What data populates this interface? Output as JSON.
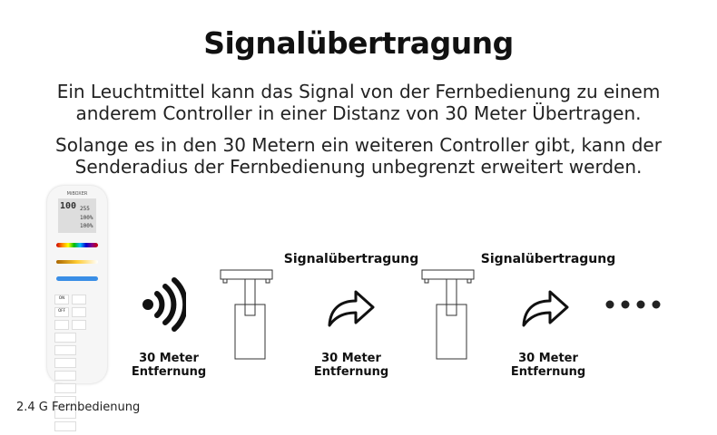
{
  "title": "Signalübertragung",
  "paragraphs": [
    [
      "Ein Leuchtmittel kann das Signal von der Fernbedienung zu einem",
      "anderem Controller in einer Distanz von 30 Meter Übertragen."
    ],
    [
      "Solange es in den 30 Metern ein weiteren Controller gibt, kann der",
      "Senderadius der Fernbedienung unbegrenzt erweitert werden."
    ]
  ],
  "remote_caption": "2.4 G Fernbedienung",
  "remote_display": {
    "brand": "MiBOXER",
    "main": "100",
    "rows": [
      "255",
      "100%",
      "100%"
    ]
  },
  "remote_buttons": [
    "ON",
    "OFF"
  ],
  "distance_label": {
    "line1": "30 Meter",
    "line2": "Entfernung"
  },
  "relay_label": "Signalübertragung",
  "icons": [
    "wireless-signal-icon",
    "track-light-icon",
    "forward-arrow-icon",
    "ellipsis-icon"
  ]
}
